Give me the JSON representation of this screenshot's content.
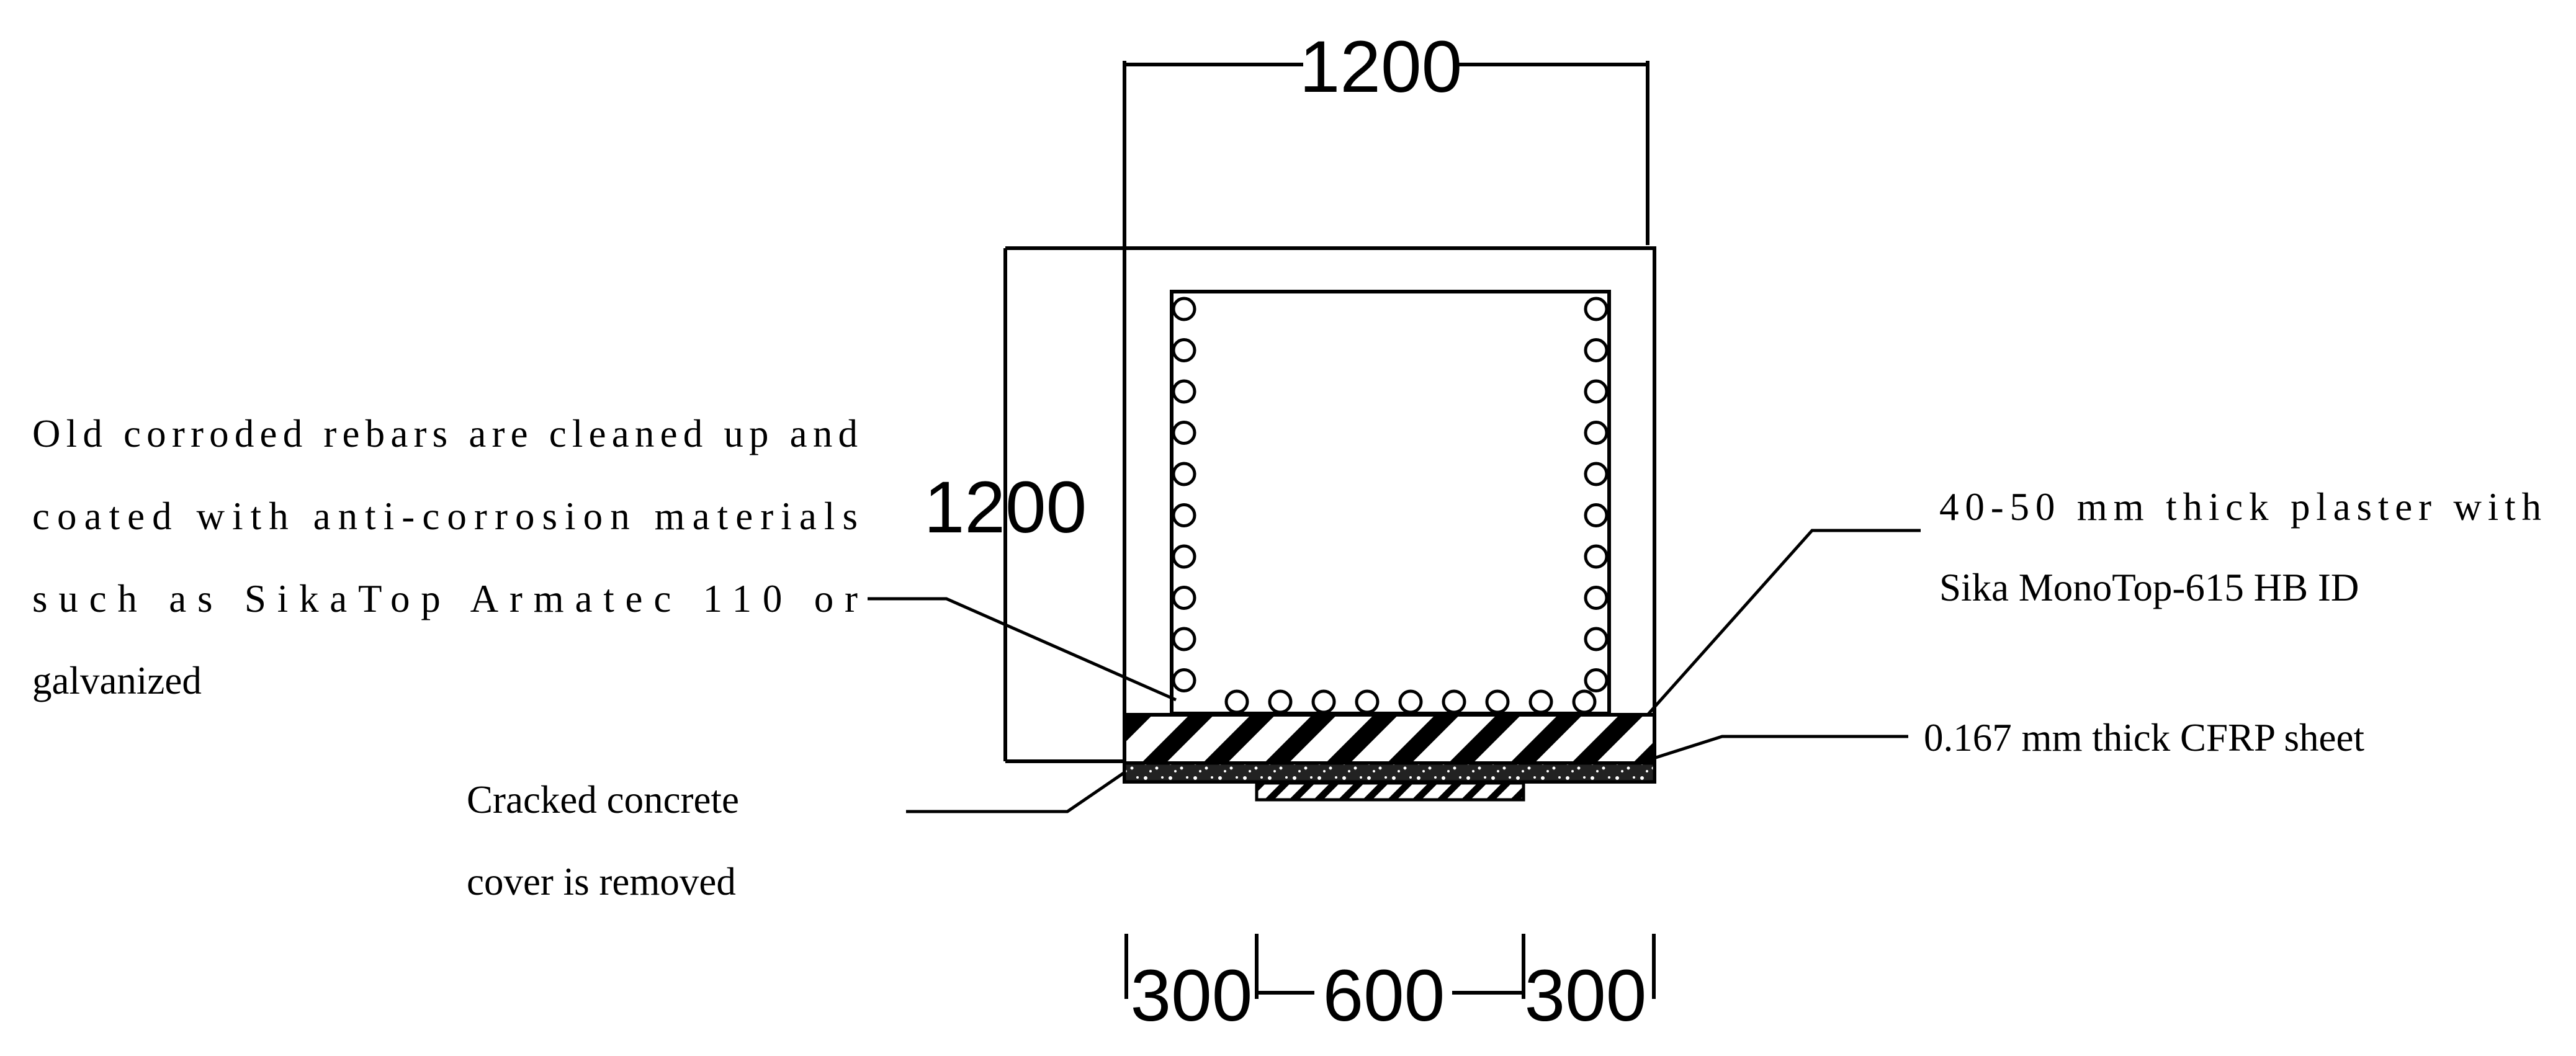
{
  "dimensions": {
    "top_width": "1200",
    "left_height": "1200",
    "bottom_left": "300",
    "bottom_middle": "600",
    "bottom_right": "300"
  },
  "annotations": {
    "rebars": {
      "lines": [
        "Old corroded rebars are cleaned up and",
        "coated with anti-corrosion materials",
        "such as SikaTop Armatec 110 or",
        "galvanized"
      ]
    },
    "plaster": {
      "lines": [
        "40-50 mm thick plaster with",
        "Sika MonoTop-615 HB ID"
      ]
    },
    "cfrp": {
      "lines": [
        "0.167 mm thick CFRP sheet"
      ]
    },
    "cover": {
      "lines": [
        "Cracked concrete",
        "cover is removed"
      ]
    }
  },
  "colors": {
    "line": "#000000",
    "background": "#ffffff"
  }
}
